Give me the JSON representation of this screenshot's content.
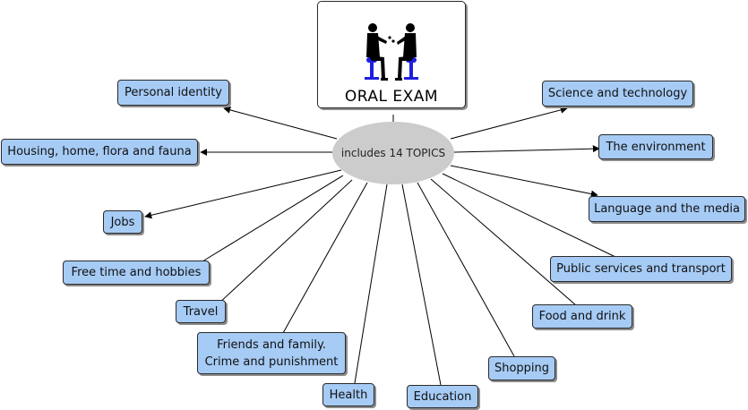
{
  "title": "ORAL EXAM",
  "center": "includes 14 TOPICS",
  "topics": {
    "personal_identity": "Personal identity",
    "housing": "Housing, home, flora and fauna",
    "jobs": "Jobs",
    "free_time": "Free time and hobbies",
    "travel": "Travel",
    "friends_line1": "Friends and family.",
    "friends_line2": "Crime and punishment",
    "health": "Health",
    "education": "Education",
    "shopping": "Shopping",
    "food": "Food and drink",
    "public_services": "Public services and transport",
    "language_media": "Language and the media",
    "environment": "The environment",
    "science": "Science and technology"
  },
  "colors": {
    "node_fill": "#a6cbf5",
    "center_fill": "#cccccc",
    "chair_blue": "#1f1fe0",
    "link": "#000000"
  },
  "icons": {
    "illustration": "two-people-talking-icon"
  }
}
